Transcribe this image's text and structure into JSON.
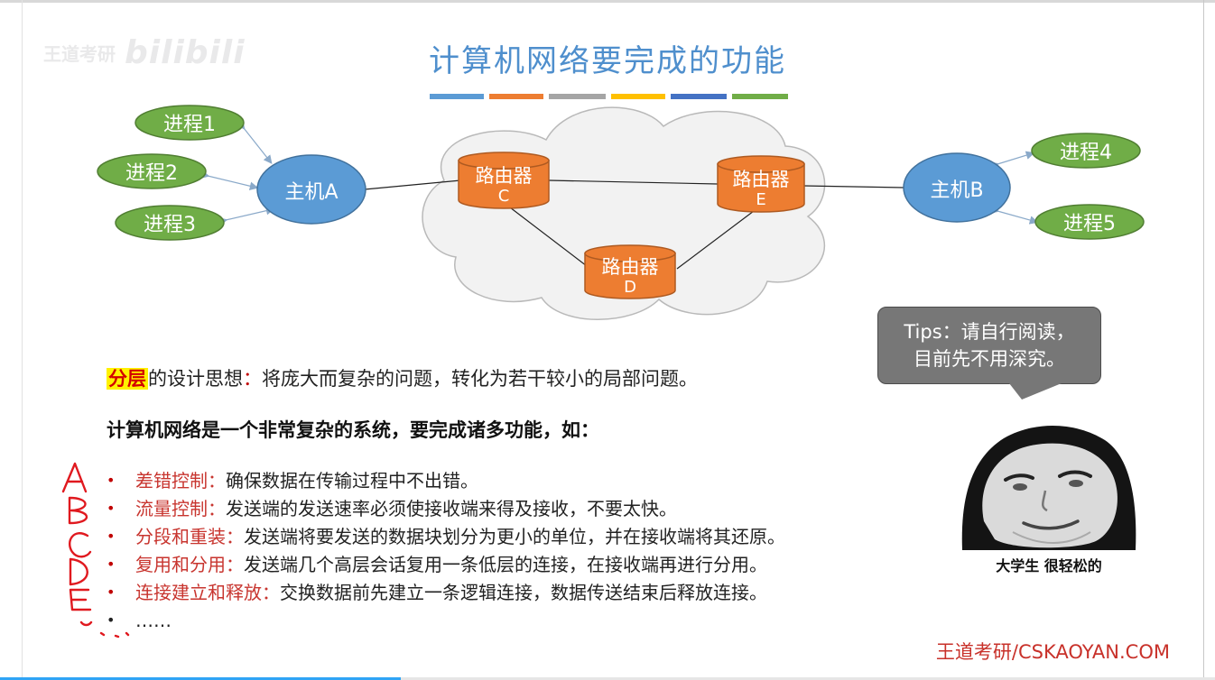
{
  "watermark": {
    "text": "王道考研",
    "logo": "bilibili"
  },
  "slide": {
    "title": "计算机网络要完成的功能"
  },
  "title_bar_colors": [
    "#5b9bd5",
    "#ed7d31",
    "#a5a5a5",
    "#ffc000",
    "#4472c4",
    "#70ad47"
  ],
  "colors": {
    "process": "#70ad47",
    "host": "#5b9bd5",
    "router": "#ed7d31",
    "cloud": "#f2f2f2",
    "term": "#c8352f",
    "ink": "#e0191f"
  },
  "diagram": {
    "processes_left": [
      "进程1",
      "进程2",
      "进程3"
    ],
    "processes_right": [
      "进程4",
      "进程5"
    ],
    "host_a": "主机A",
    "host_b": "主机B",
    "routers": [
      {
        "name": "路由器",
        "tag": "C"
      },
      {
        "name": "路由器",
        "tag": "D"
      },
      {
        "name": "路由器",
        "tag": "E"
      }
    ]
  },
  "tip": {
    "line1": "Tips：请自行阅读，",
    "line2": "目前先不用深究。"
  },
  "intro": {
    "highlight": "分层",
    "rest": "的设计思想",
    "colon": "：",
    "tail": "将庞大而复杂的问题，转化为若干较小的局部问题。"
  },
  "heading": "计算机网络是一个非常复杂的系统，要完成诸多功能，如：",
  "bullet_char": "•",
  "features": [
    {
      "term": "差错控制：",
      "desc": "确保数据在传输过程中不出错。"
    },
    {
      "term": "流量控制：",
      "desc": "发送端的发送速率必须使接收端来得及接收，不要太快。"
    },
    {
      "term": "分段和重装：",
      "desc": "发送端将要发送的数据块划分为更小的单位，并在接收端将其还原。"
    },
    {
      "term": "复用和分用：",
      "desc": "发送端几个高层会话复用一条低层的连接，在接收端再进行分用。"
    },
    {
      "term": "连接建立和释放：",
      "desc": "交换数据前先建立一条逻辑连接，数据传送结束后释放连接。"
    }
  ],
  "more": "……",
  "meme_caption": "大学生 很轻松的",
  "brand": "王道考研/CSKAOYAN.COM",
  "annotation_letters": [
    "A",
    "B",
    "C",
    "D",
    "E"
  ],
  "video_progress": 0.33
}
